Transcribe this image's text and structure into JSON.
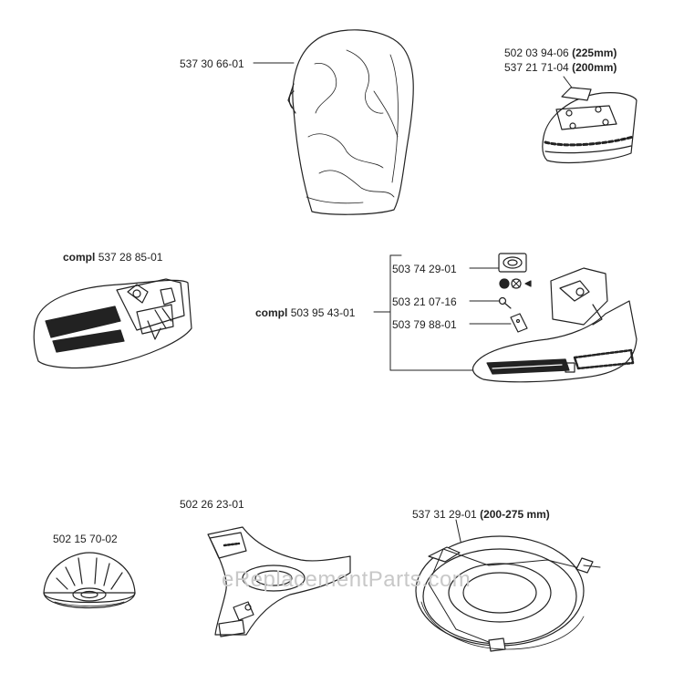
{
  "labels": {
    "bag": "537 30 66-01",
    "guard225": "502 03 94-06",
    "guard225_size": "(225mm)",
    "guard200": "537 21 71-04",
    "guard200_size": "(200mm)",
    "compl_left_prefix": "compl",
    "compl_left": "537 28 85-01",
    "compl_mid_prefix": "compl",
    "compl_mid": "503 95 43-01",
    "knife": "503 74 29-01",
    "screw": "503 21 07-16",
    "blade_plate": "503 79 88-01",
    "cup": "502 15 70-02",
    "tri_guard": "502 26 23-01",
    "big_guard": "537 31 29-01",
    "big_guard_size": "(200-275 mm)"
  },
  "watermark": "eReplacementParts.com"
}
